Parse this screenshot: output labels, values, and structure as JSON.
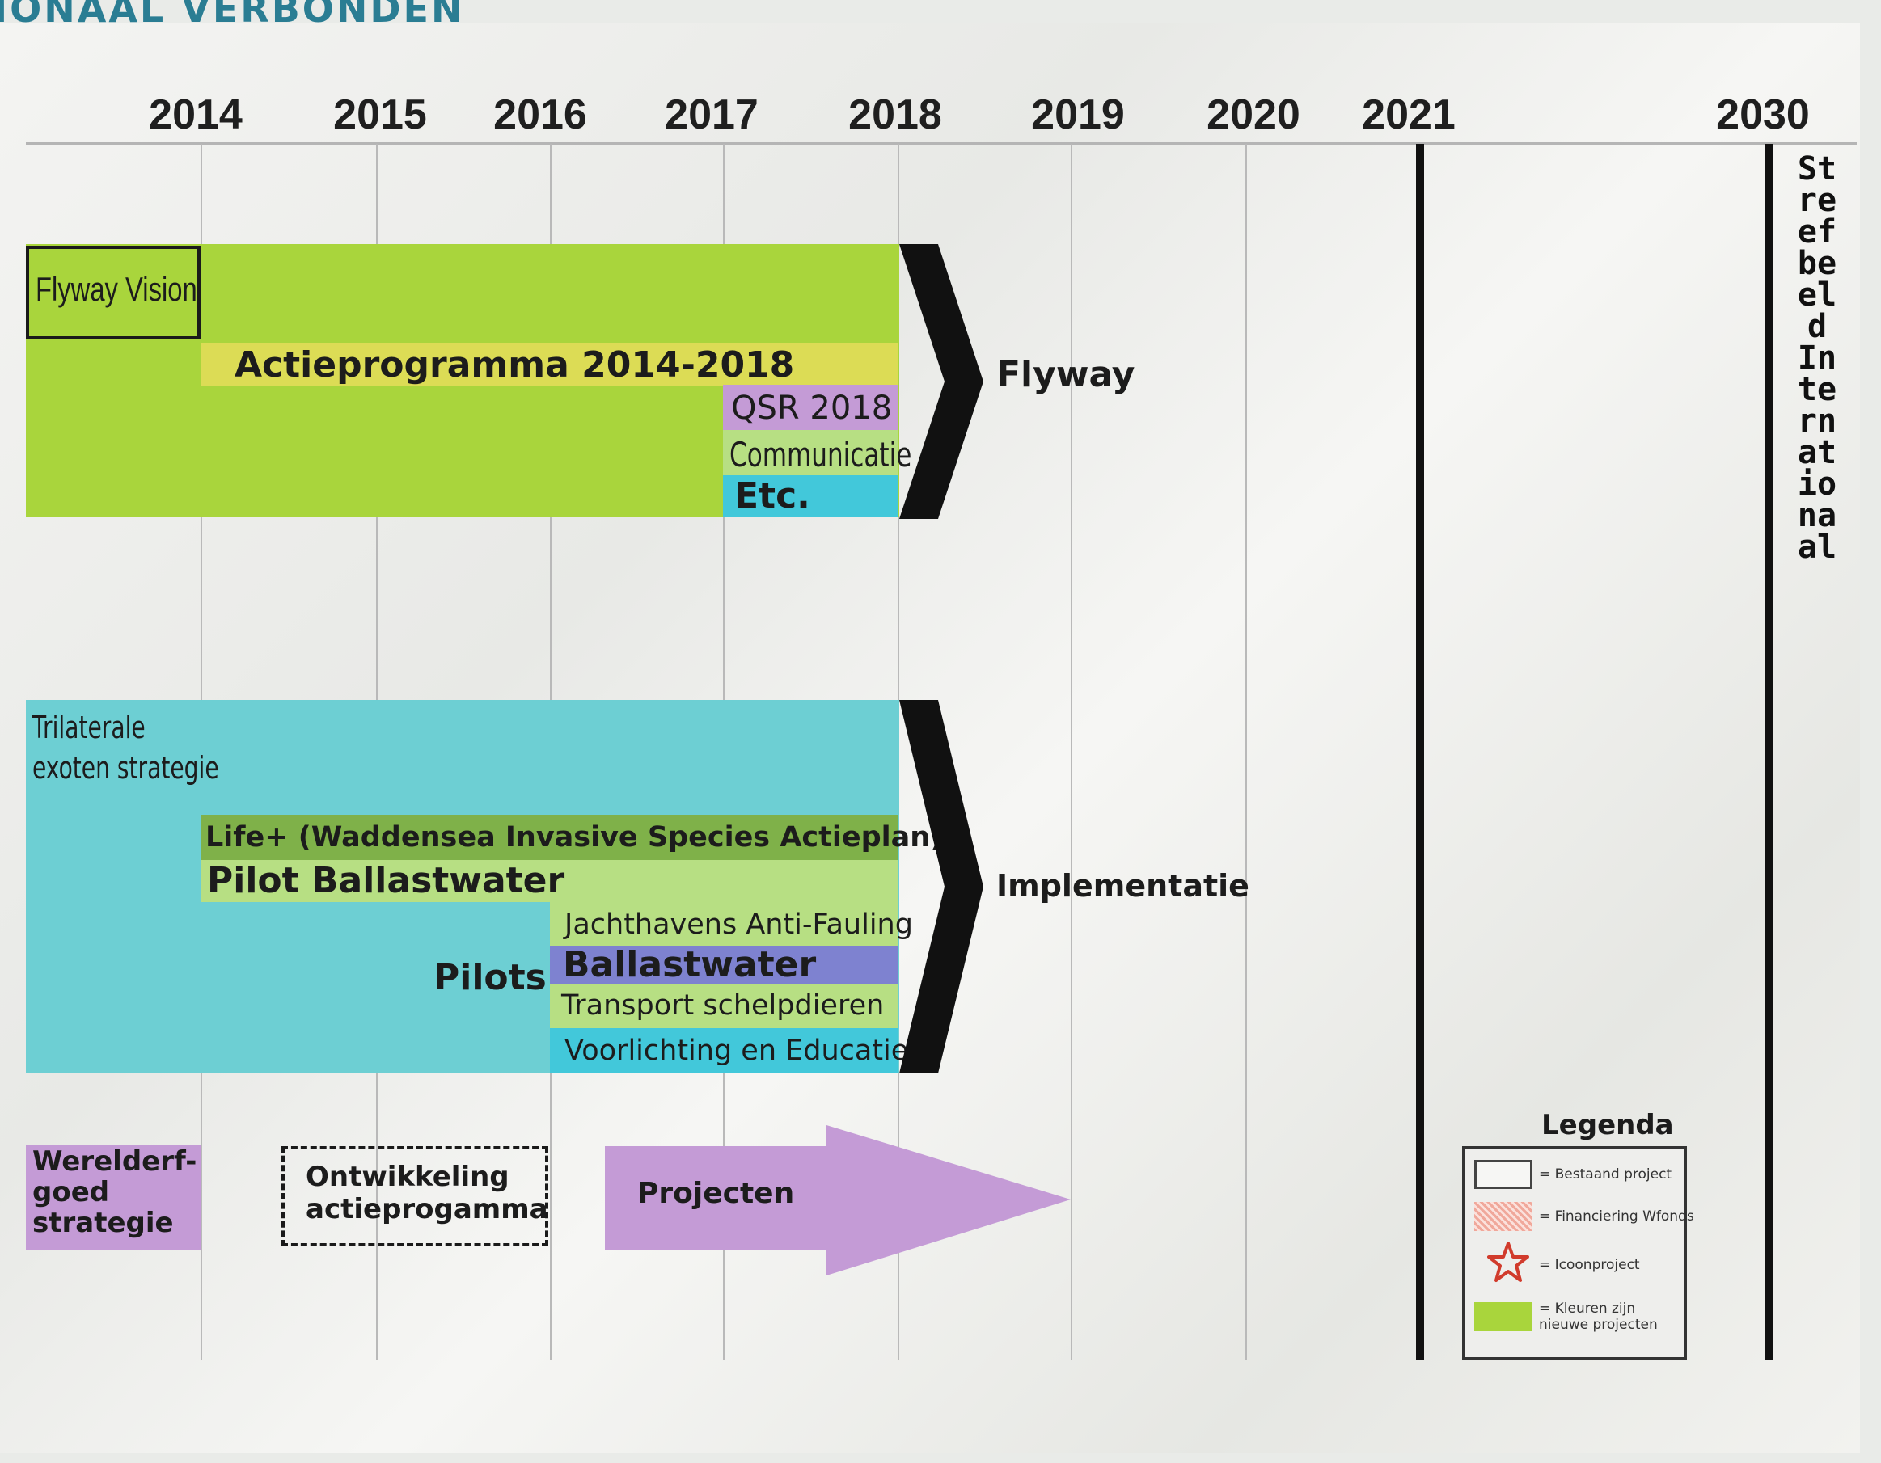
{
  "header": {
    "title": "IONAAL VERBONDEN"
  },
  "years": [
    "2014",
    "2015",
    "2016",
    "2017",
    "2018",
    "2019",
    "2020",
    "2021",
    "2030"
  ],
  "flyway": {
    "vision": "Flyway Vision",
    "actieprogramma": "Actieprogramma 2014-2018",
    "qsr": "QSR 2018",
    "communicatie": "Communicatie",
    "etc": "Etc.",
    "result": "Flyway"
  },
  "exoten": {
    "title_line1": "Trilaterale",
    "title_line2": "exoten strategie",
    "life": "Life+ (Waddensea Invasive Species Actieplan)",
    "pilot_ballast": "Pilot Ballastwater",
    "pilots": "Pilots",
    "jachthavens": "Jachthavens Anti-Fauling",
    "ballastwater": "Ballastwater",
    "transport": "Transport schelpdieren",
    "voorlichting": "Voorlichting en Educatie",
    "result": "Implementatie"
  },
  "werelderfgoed": {
    "line1": "Werelderf-",
    "line2": "goed",
    "line3": "strategie",
    "ontwikkeling_line1": "Ontwikkeling",
    "ontwikkeling_line2": "actieprogamma",
    "projecten": "Projecten"
  },
  "streefbeeld": "Streefbeeld Internationaal",
  "legend": {
    "title": "Legenda",
    "items": [
      {
        "label": "= Bestaand project"
      },
      {
        "label": "= Financiering Wfonds"
      },
      {
        "label": "= Icoonproject",
        "icon": "star-icon"
      },
      {
        "label": "= Kleuren zijn nieuwe projecten"
      }
    ]
  },
  "colors": {
    "green": "#a9d53c",
    "yellow": "#dcdc55",
    "purple": "#c49bd6",
    "lightgreen": "#b7df83",
    "cyan": "#42c8da",
    "teal": "#6dcfd3",
    "olive": "#7fb149",
    "blue": "#7e82d0",
    "star": "#d13b2c"
  }
}
